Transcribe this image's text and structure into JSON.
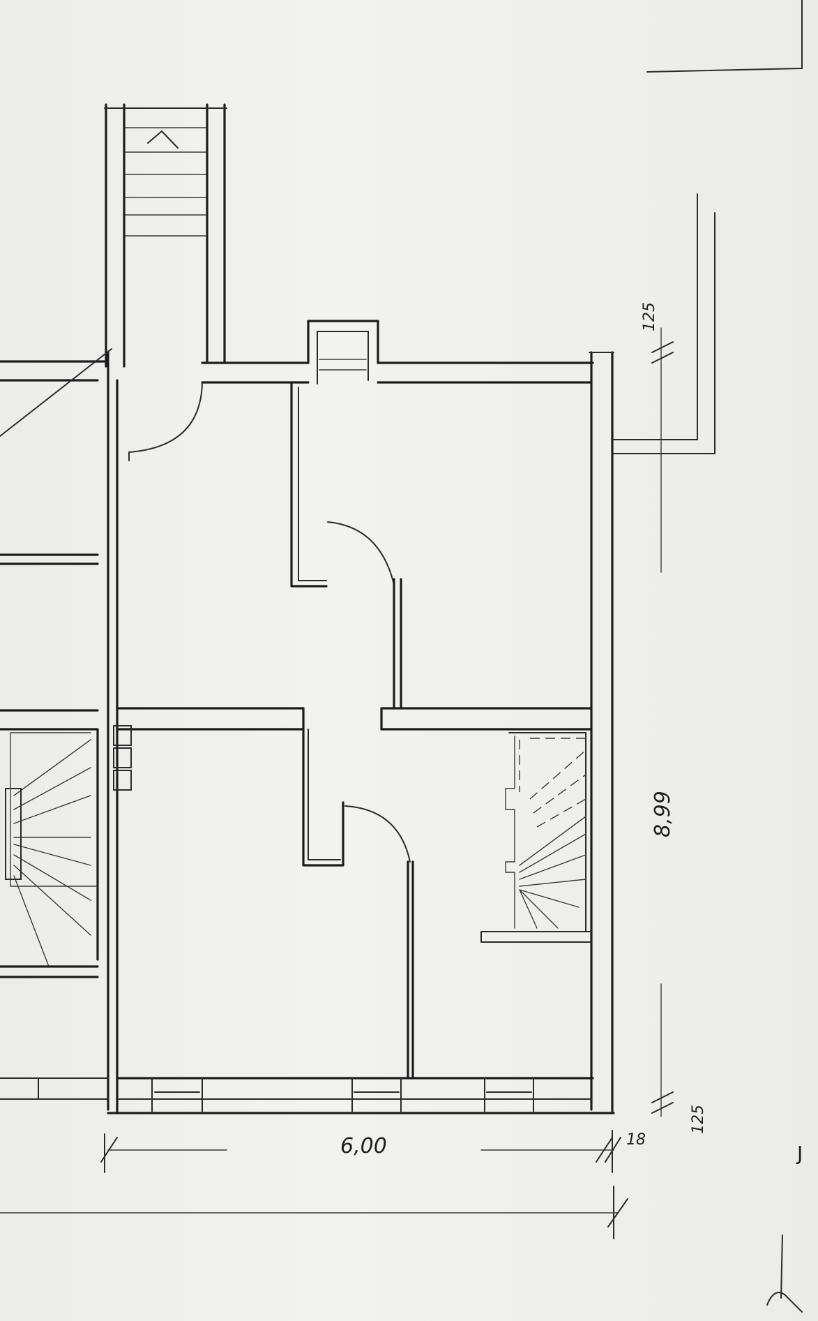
{
  "drawing": {
    "type": "architectural floor plan (hand-drawn)",
    "dimensions": {
      "width_total": "6,00",
      "wall_right": "18",
      "depth_total": "8,99",
      "offset_top": "125",
      "offset_bottom": "125"
    },
    "sheet_mark": "J"
  },
  "colors": {
    "paper": "#eeeeec",
    "ink": "#1c1c1c"
  }
}
